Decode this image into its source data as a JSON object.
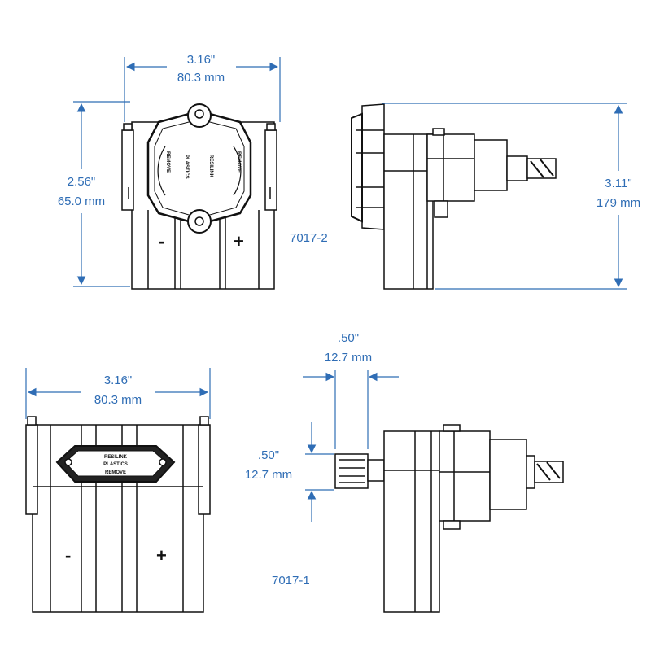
{
  "colors": {
    "dimension": "#2f6db5",
    "outline": "#111111",
    "fill": "#ffffff"
  },
  "dimensions": {
    "top_front_width": {
      "in": "3.16\"",
      "mm": "80.3 mm"
    },
    "top_front_height": {
      "in": "2.56\"",
      "mm": "65.0 mm"
    },
    "top_side_height": {
      "in": "3.11\"",
      "mm": "179 mm"
    },
    "bottom_front_width": {
      "in": "3.16\"",
      "mm": "80.3 mm"
    },
    "bottom_side_shaft_width": {
      "in": ".50\"",
      "mm": "12.7 mm"
    },
    "bottom_side_shaft_height": {
      "in": ".50\"",
      "mm": "12.7 mm"
    }
  },
  "models": {
    "top": "7017-2",
    "bottom": "7017-1"
  },
  "polarity": {
    "negative": "-",
    "positive": "+"
  },
  "label_text": {
    "brand": "RESILINK",
    "brand2": "PLASTICS",
    "remove": "REMOVE"
  }
}
